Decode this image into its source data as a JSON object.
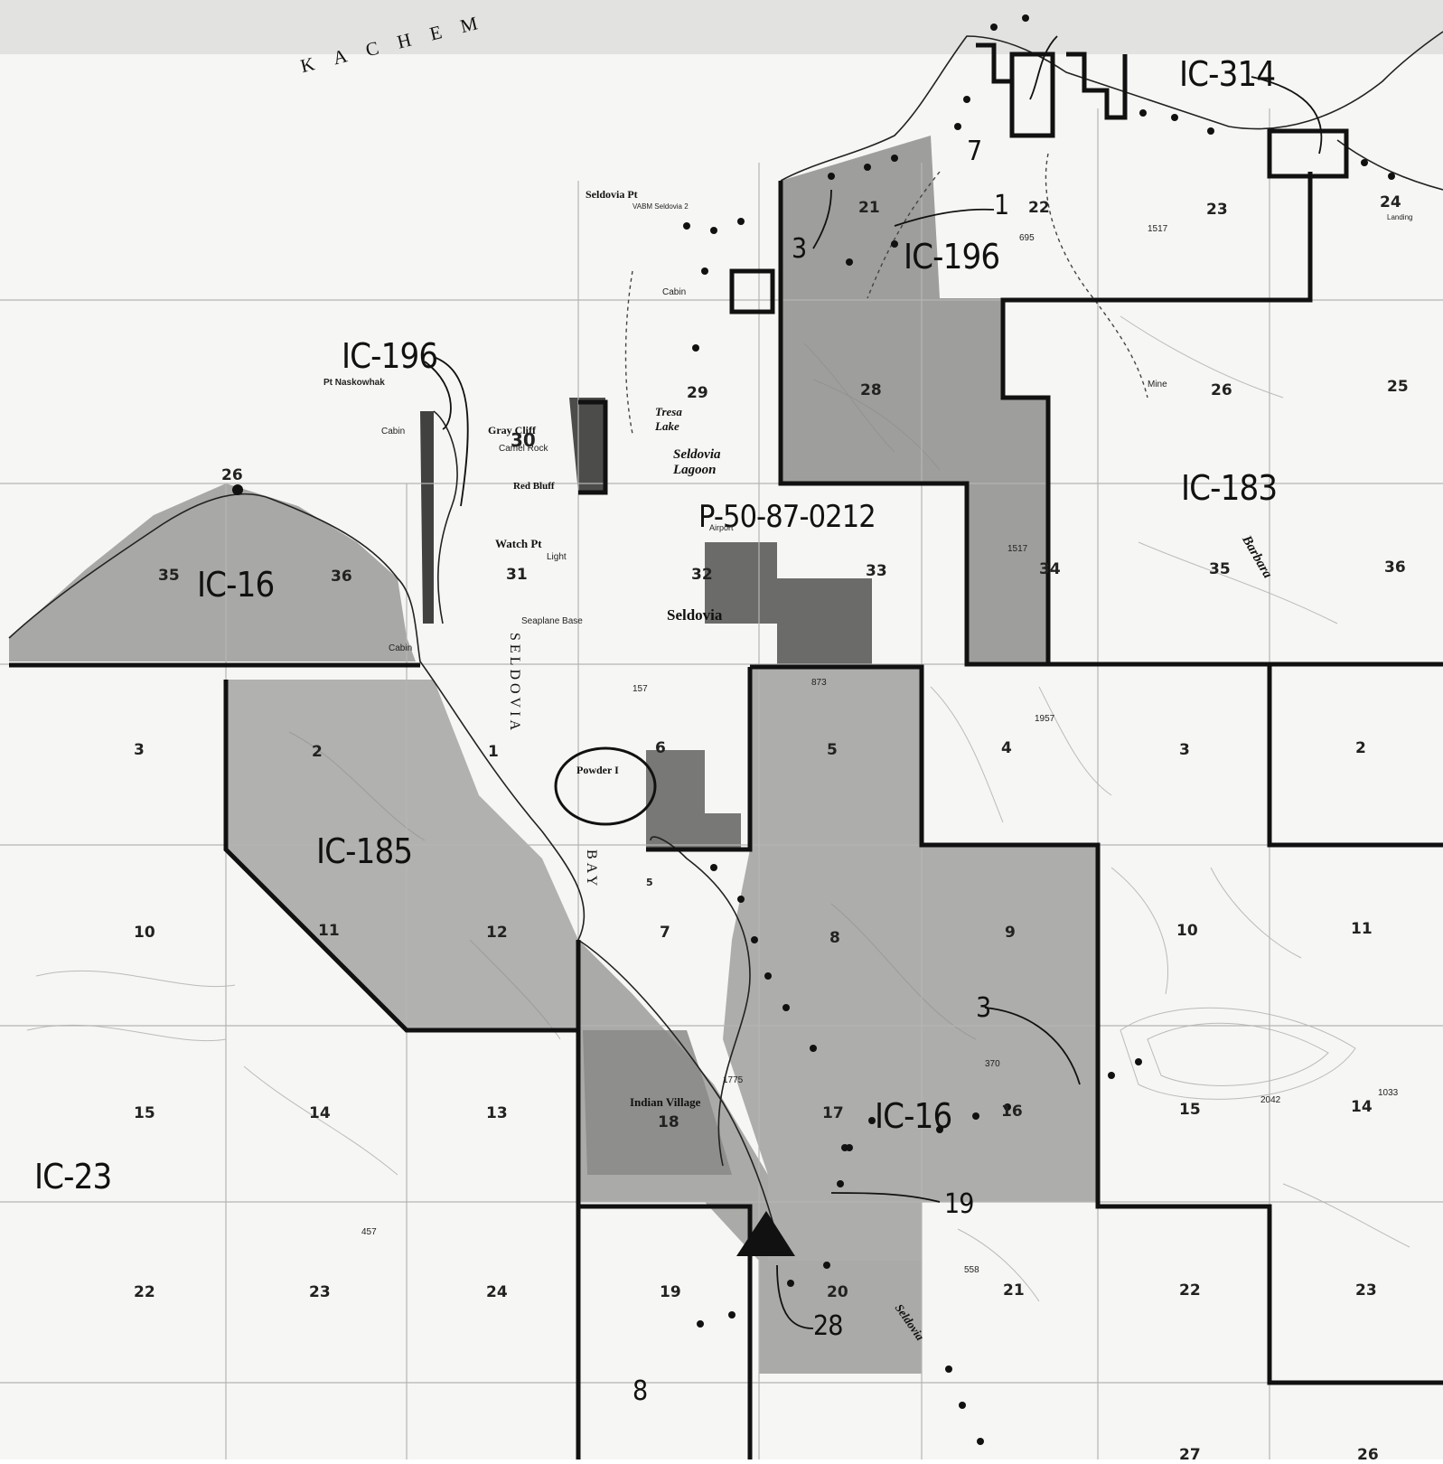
{
  "map": {
    "water_body_label": "KACHEM",
    "bay_label": "SELDOVIA",
    "bay_label_2": "BAY",
    "lagoon_label": "Seldovia Lagoon",
    "lake_label": "Tresa Lake",
    "creek_label": "Barbara",
    "river_label": "Seldovia",
    "colors": {
      "background": "#f6f6f4",
      "shaded_parcel": "#9a9a98",
      "dark_parcel": "#5c5c5a",
      "boundary": "#111111",
      "grid": "#b5b5b5",
      "contour": "#8a8a8a"
    }
  },
  "parcel_labels": {
    "ic_314": "IC-314",
    "ic_196_top": "IC-196",
    "ic_196_left": "IC-196",
    "ic_183": "IC-183",
    "ic_16_left": "IC-16",
    "ic_16_bottom": "IC-16",
    "ic_185": "IC-185",
    "ic_23": "IC-23",
    "p_50": "P-50-87-0212"
  },
  "places": {
    "seldovia_pt": "Seldovia Pt",
    "vabm": "VABM Seldovia 2",
    "cabin_1": "Cabin",
    "gray_cliff": "Gray Cliff",
    "camel_rock": "Camel Rock",
    "red_bluff": "Red Bluff",
    "watch_pt": "Watch Pt",
    "light": "Light",
    "seaplane_base": "Seaplane Base",
    "seldovia_town": "Seldovia",
    "pt_naskowhak": "Pt Naskowhak",
    "cabin_2": "Cabin",
    "cabin_3": "Cabin",
    "powder_i": "Powder I",
    "indian_village": "Indian Village",
    "landing": "Landing",
    "mine": "Mine",
    "airport": "Airport"
  },
  "sections": {
    "s21a": "21",
    "s22a": "22",
    "s23a": "23",
    "s24a": "24",
    "s29": "29",
    "s28": "28",
    "s26a": "26",
    "s25": "25",
    "s30": "30",
    "s26b": "26",
    "s35a": "35",
    "s36a": "36",
    "s31": "31",
    "s32": "32",
    "s33": "33",
    "s34": "34",
    "s35b": "35",
    "s36b": "36",
    "s3a": "3",
    "s2a": "2",
    "s1": "1",
    "s6": "6",
    "s5a": "5",
    "s4": "4",
    "s3b": "3",
    "s2b": "2",
    "s10a": "10",
    "s11a": "11",
    "s12": "12",
    "s7": "7",
    "s8": "8",
    "s9": "9",
    "s10b": "10",
    "s11b": "11",
    "s15a": "15",
    "s14a": "14",
    "s13": "13",
    "s18": "18",
    "s17": "17",
    "s16": "16",
    "s15b": "15",
    "s14b": "14",
    "s22b": "22",
    "s23b": "23",
    "s24b": "24",
    "s19": "19",
    "s20": "20",
    "s21b": "21",
    "s22c": "22",
    "s23c": "23",
    "s27": "27",
    "s26c": "26"
  },
  "annotations": {
    "n3_top": "3",
    "n1_top": "1",
    "n7_top": "7",
    "n3_mid": "3",
    "n19": "19",
    "n28": "28",
    "n8_bottom": "8",
    "n5_small": "5"
  },
  "elevations": {
    "e695": "695",
    "e1517": "1517",
    "e1517b": "1517",
    "e873": "873",
    "e1957": "1957",
    "e370": "370",
    "e1033": "1033",
    "e558": "558",
    "e2042": "2042",
    "e457": "457",
    "e157": "157",
    "e1775": "1775"
  }
}
